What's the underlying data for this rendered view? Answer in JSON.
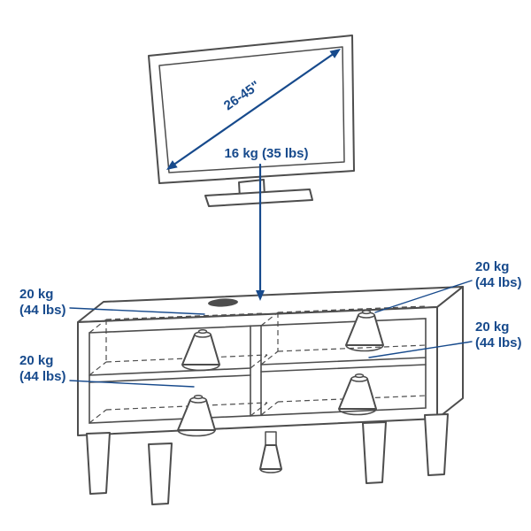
{
  "colors": {
    "annotation": "#174a8c",
    "line": "#4d4d4d",
    "bg": "#ffffff"
  },
  "tv": {
    "screen_size_label": "26-45\"",
    "max_weight_label": "16 kg (35 lbs)"
  },
  "shelf_loads": [
    {
      "id": "left-top",
      "kg": "20 kg",
      "lbs": "(44 lbs)"
    },
    {
      "id": "left-bottom",
      "kg": "20 kg",
      "lbs": "(44 lbs)"
    },
    {
      "id": "right-top",
      "kg": "20 kg",
      "lbs": "(44 lbs)"
    },
    {
      "id": "right-bottom",
      "kg": "20 kg",
      "lbs": "(44 lbs)"
    }
  ]
}
